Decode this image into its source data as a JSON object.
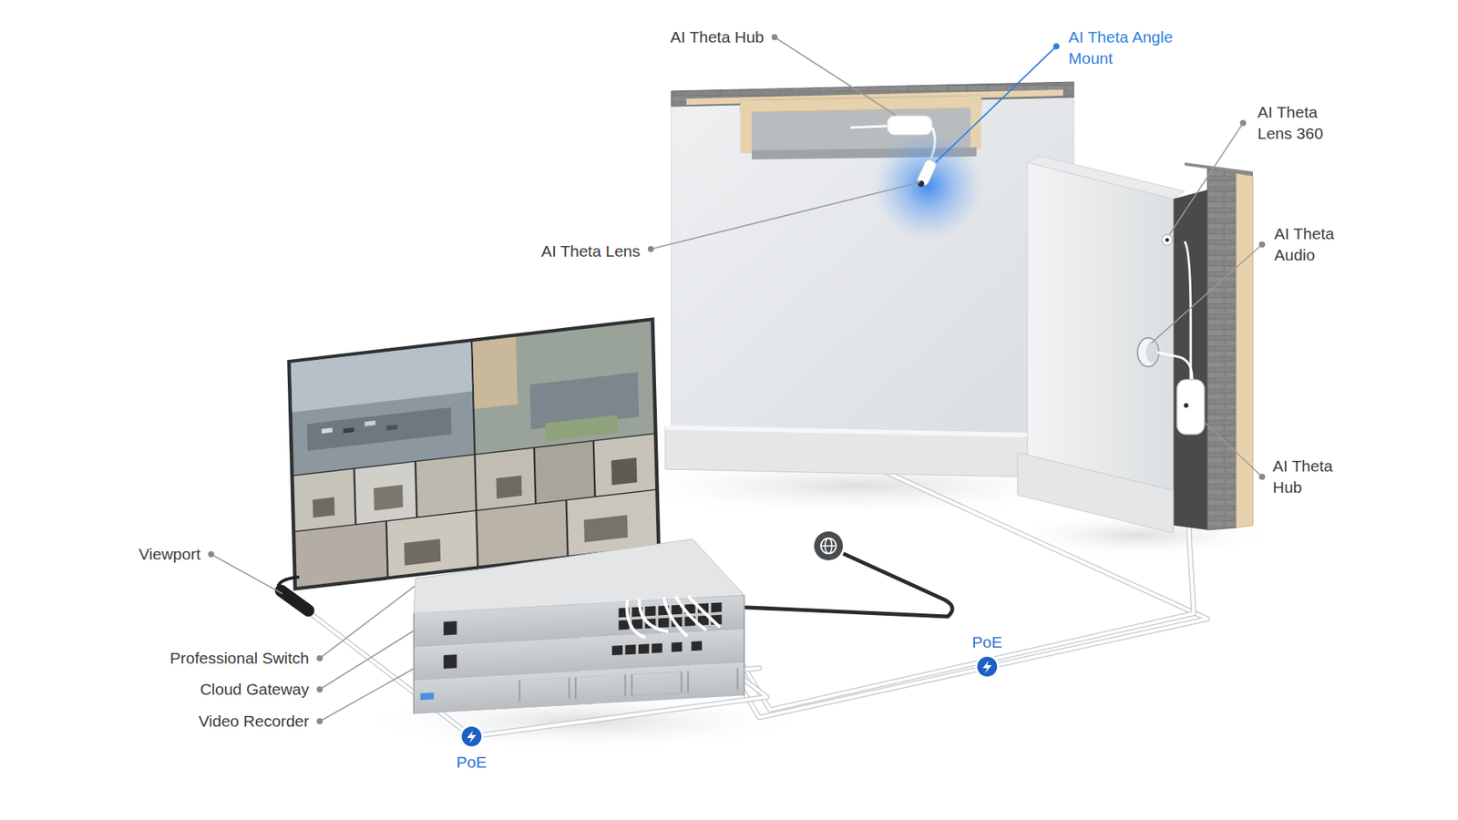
{
  "diagram": {
    "labels": [
      "AI Theta Hub",
      "AI Theta Angle Mount",
      "AI Theta Lens 360",
      "AI Theta Audio",
      "AI Theta Lens",
      "AI Theta Hub",
      "Viewport",
      "Professional Switch",
      "Cloud Gateway",
      "Video Recorder",
      "PoE",
      "PoE"
    ]
  }
}
